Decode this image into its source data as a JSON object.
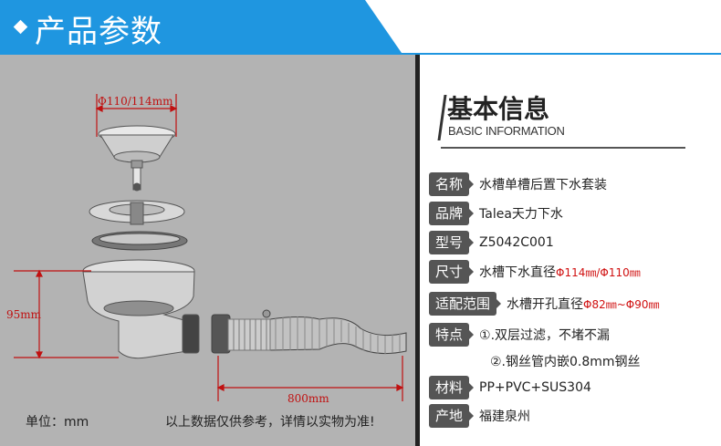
{
  "header": {
    "title": "产品参数"
  },
  "diagram": {
    "top_width": "Φ110/114mm",
    "height": "95mm",
    "hose_length": "800mm",
    "unit_note": "单位：mm",
    "disclaimer": "以上数据仅供参考，详情以实物为准!"
  },
  "info": {
    "title": "基本信息",
    "subtitle": "BASIC INFORMATION",
    "rows": [
      {
        "label": "名称",
        "value": "水槽单槽后置下水套装"
      },
      {
        "label": "品牌",
        "value": "Talea天力下水"
      },
      {
        "label": "型号",
        "value": "Z5042C001"
      },
      {
        "label": "尺寸",
        "value": "水槽下水直径",
        "red": "Φ114㎜/Φ110㎜"
      },
      {
        "label": "适配范围",
        "value": "水槽开孔直径",
        "red": "Φ82㎜~Φ90㎜"
      },
      {
        "label": "特点",
        "value": "①.双层过滤，不堵不漏",
        "value2": "②.钢丝管内嵌0.8mm钢丝"
      },
      {
        "label": "材料",
        "value": "PP+PVC+SUS304"
      },
      {
        "label": "产地",
        "value": "福建泉州"
      }
    ]
  },
  "colors": {
    "accent": "#1f96e0",
    "tag_bg": "#555555",
    "dimension": "#c01010",
    "panel": "#b3b3b3"
  }
}
